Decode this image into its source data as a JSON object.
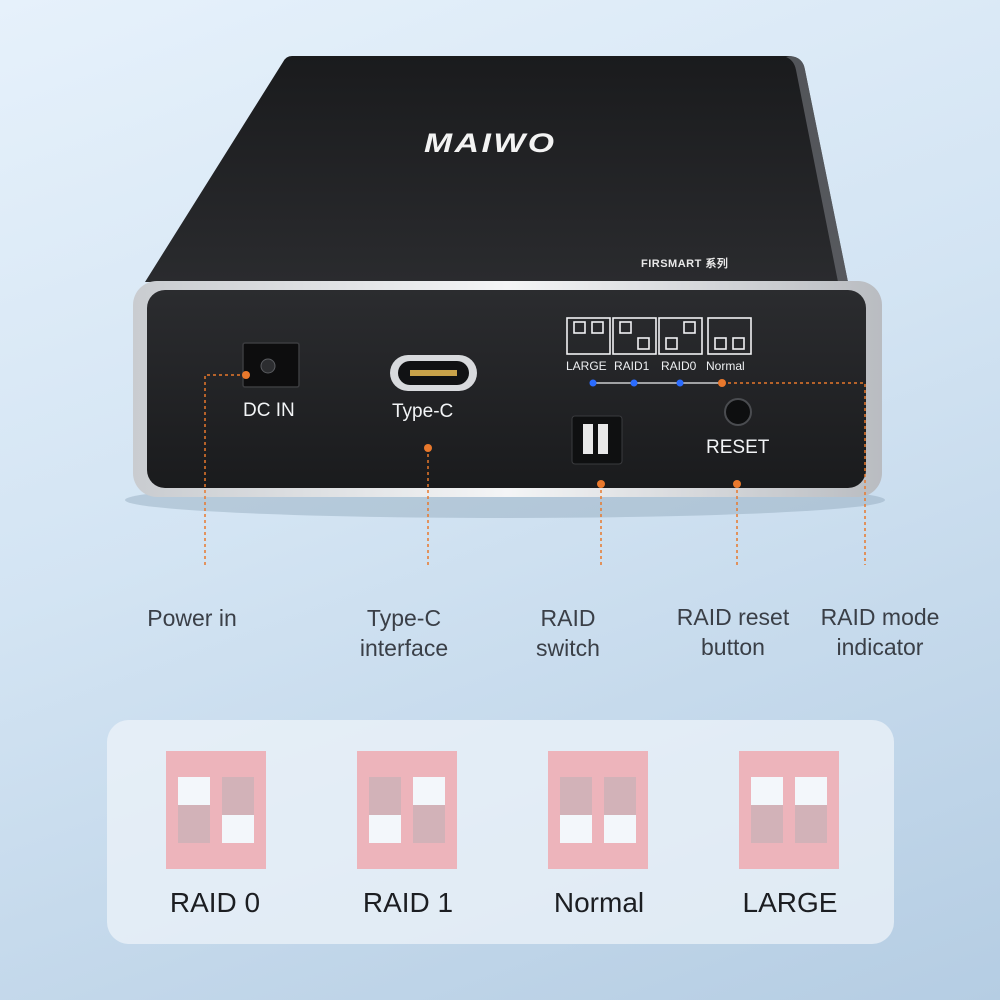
{
  "device": {
    "brand": "MAIWO",
    "series": "FIRSMART 系列",
    "port_labels": {
      "dc_in": "DC IN",
      "type_c": "Type-C",
      "reset": "RESET"
    },
    "led_labels": [
      "LARGE",
      "RAID1",
      "RAID0",
      "Normal"
    ]
  },
  "callouts": [
    {
      "key": "power",
      "line1": "Power in",
      "line2": ""
    },
    {
      "key": "typec",
      "line1": "Type-C",
      "line2": "interface"
    },
    {
      "key": "switch",
      "line1": "RAID",
      "line2": "switch"
    },
    {
      "key": "reset",
      "line1": "RAID reset",
      "line2": "button"
    },
    {
      "key": "indicator",
      "line1": "RAID mode",
      "line2": "indicator"
    }
  ],
  "modes": [
    {
      "label": "RAID 0",
      "left_up": true,
      "right_up": false
    },
    {
      "label": "RAID 1",
      "left_up": false,
      "right_up": true
    },
    {
      "label": "Normal",
      "left_up": false,
      "right_up": false
    },
    {
      "label": "LARGE",
      "left_up": true,
      "right_up": true
    }
  ],
  "colors": {
    "accent": "#e8782c",
    "switch_red": "#e8101c",
    "switch_dark": "#8a0a10",
    "led_blue": "#2a6cff",
    "enclosure": "#1b1c1e"
  }
}
